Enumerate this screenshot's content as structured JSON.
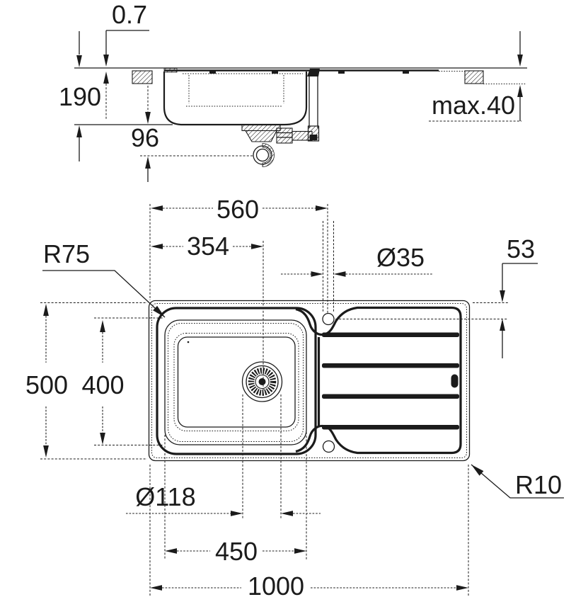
{
  "colors": {
    "line": "#1b1b1b",
    "background": "#ffffff"
  },
  "section_view": {
    "dim_rim_height": "0.7",
    "dim_bowl_depth": "190",
    "dim_trap_clearance": "96",
    "dim_worktop_max": "max.40"
  },
  "plan_view": {
    "dim_tap_from_left": "560",
    "dim_drain_from_left": "354",
    "dim_tap_hole": "Ø35",
    "dim_tap_from_rear": "53",
    "dim_bowl_radius": "R75",
    "dim_overall_depth": "500",
    "dim_bowl_inner_depth": "400",
    "dim_drain_hole": "Ø118",
    "dim_bowl_inner_width": "450",
    "dim_overall_width": "1000",
    "dim_corner_radius": "R10"
  }
}
